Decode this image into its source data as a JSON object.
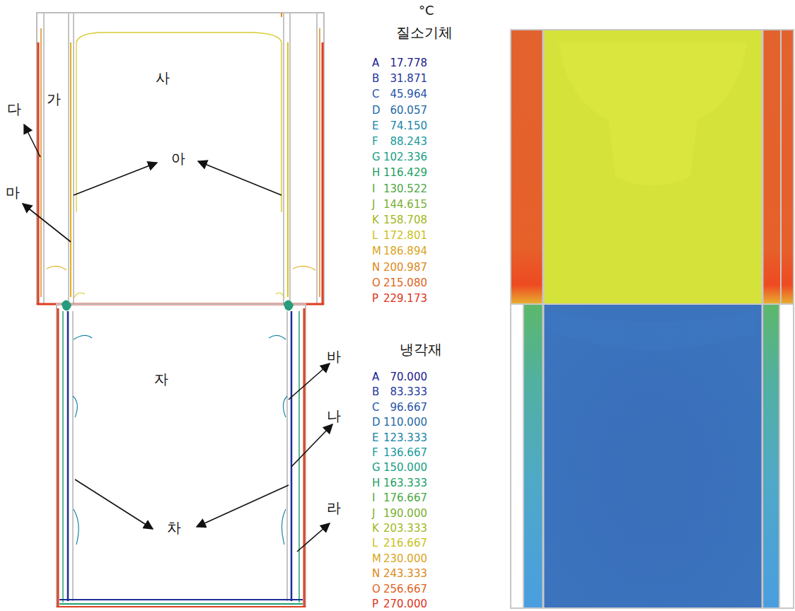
{
  "diagram": {
    "labels": [
      "°C",
      "질소기체",
      "냉각재",
      "가",
      "나",
      "다",
      "라",
      "마",
      "바",
      "사",
      "아",
      "자",
      "차",
      "A",
      "B",
      "C",
      "D",
      "E",
      "F",
      "G",
      "H",
      "I",
      "J",
      "K",
      "L",
      "M",
      "N",
      "O",
      "P",
      "A",
      "B",
      "C",
      "D",
      "E",
      "F",
      "G",
      "H",
      "I",
      "J",
      "K",
      "L",
      "M",
      "N",
      "O",
      "P"
    ],
    "legend": [
      {
        "text": "17.778",
        "color": "#1c1c8c"
      },
      {
        "text": "31.871",
        "color": "#23399e"
      },
      {
        "text": "45.964",
        "color": "#2655a8"
      },
      {
        "text": "60.057",
        "color": "#1f6aa4"
      },
      {
        "text": "74.150",
        "color": "#1a84a8"
      },
      {
        "text": "88.243",
        "color": "#189a9c"
      },
      {
        "text": "102.336",
        "color": "#1aa082"
      },
      {
        "text": "116.429",
        "color": "#20a064"
      },
      {
        "text": "130.522",
        "color": "#4aa842"
      },
      {
        "text": "144.615",
        "color": "#78b030"
      },
      {
        "text": "158.708",
        "color": "#a2b822"
      },
      {
        "text": "172.801",
        "color": "#cabf1c"
      },
      {
        "text": "186.894",
        "color": "#d9a51e"
      },
      {
        "text": "200.987",
        "color": "#dc8a20"
      },
      {
        "text": "215.080",
        "color": "#de6420"
      },
      {
        "text": "229.173",
        "color": "#de3420"
      },
      {
        "text": "70.000",
        "color": "#1c1c8c"
      },
      {
        "text": "83.333",
        "color": "#23399e"
      },
      {
        "text": "96.667",
        "color": "#2655a8"
      },
      {
        "text": "110.000",
        "color": "#1f6aa4"
      },
      {
        "text": "123.333",
        "color": "#1a84a8"
      },
      {
        "text": "136.667",
        "color": "#189a9c"
      },
      {
        "text": "150.000",
        "color": "#1aa082"
      },
      {
        "text": "163.333",
        "color": "#20a064"
      },
      {
        "text": "176.667",
        "color": "#4aa842"
      },
      {
        "text": "190.000",
        "color": "#78b030"
      },
      {
        "text": "203.333",
        "color": "#a2b822"
      },
      {
        "text": "216.667",
        "color": "#cabf1c"
      },
      {
        "text": "230.000",
        "color": "#d9a51e"
      },
      {
        "text": "243.333",
        "color": "#dc8a20"
      },
      {
        "text": "256.667",
        "color": "#de6420"
      },
      {
        "text": "270.000",
        "color": "#de3420"
      }
    ]
  }
}
